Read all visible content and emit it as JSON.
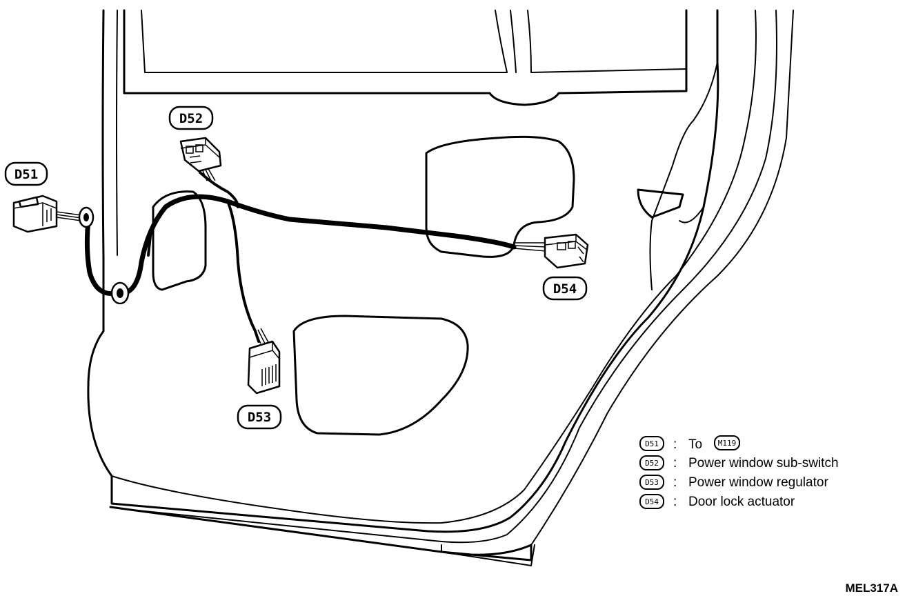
{
  "callouts": {
    "d51": "D51",
    "d52": "D52",
    "d53": "D53",
    "d54": "D54"
  },
  "legend": [
    {
      "code": "D51",
      "separator": ":",
      "text": "To",
      "ref": "M119"
    },
    {
      "code": "D52",
      "separator": ":",
      "text": "Power window sub-switch"
    },
    {
      "code": "D53",
      "separator": ":",
      "text": "Power window regulator"
    },
    {
      "code": "D54",
      "separator": ":",
      "text": "Door lock actuator"
    }
  ],
  "figure_id": "MEL317A"
}
